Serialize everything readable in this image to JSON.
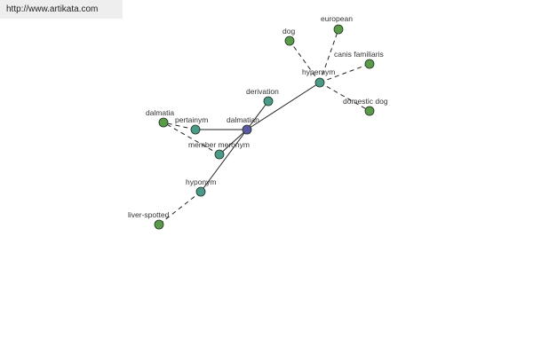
{
  "url": "http://www.artikata.com",
  "graph": {
    "center": "dalmatian",
    "relations": [
      "pertainym",
      "derivation",
      "hypernym",
      "member meronym",
      "hyponym"
    ],
    "words": [
      "dalmatia",
      "dog",
      "european",
      "canis familiaris",
      "domestic dog",
      "liver-spotted"
    ]
  },
  "colors": {
    "center": "#5a5aa0",
    "relation": "#4a9a8a",
    "word": "#5a9a4a"
  }
}
